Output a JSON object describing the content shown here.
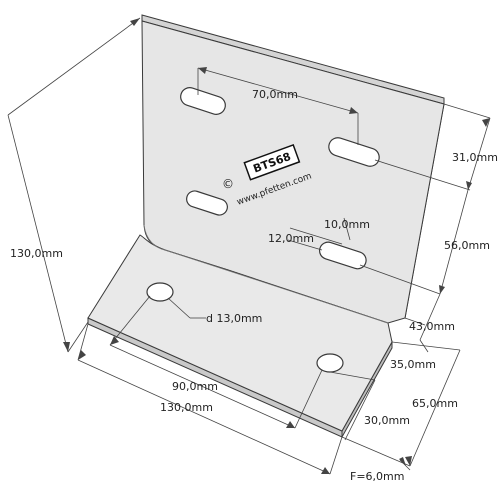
{
  "drawing": {
    "plate_color": "#e6e6e6",
    "side_color": "#c9c9c9",
    "edge_color": "#3a3a3a",
    "dimension_color": "#444444",
    "logo_text": "BTS68",
    "copyright_symbol": "©",
    "website": "www.pfetten.com",
    "dimensions": {
      "height": "130,0mm",
      "hole_spacing_top": "70,0mm",
      "d31": "31,0mm",
      "d56": "56,0mm",
      "d43": "43,0mm",
      "d35": "35,0mm",
      "d65": "65,0mm",
      "d30": "30,0mm",
      "slot_length": "12,0mm",
      "slot_width": "10,0mm",
      "hole_diameter": "d 13,0mm",
      "base_hole_spacing": "90,0mm",
      "base_width": "130,0mm",
      "thickness": "F=6,0mm"
    }
  }
}
